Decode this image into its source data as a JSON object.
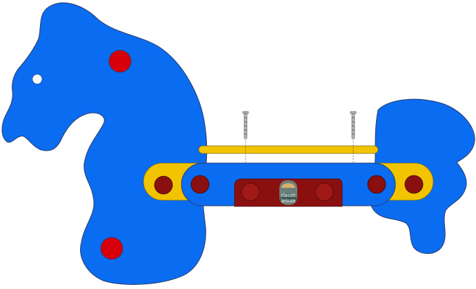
{
  "colors": {
    "body": "#0a6cf0",
    "outline": "#2a3a6a",
    "bolt_caps": "#d7000a",
    "bar": "#f2c400",
    "bar_outline": "#7a6a10",
    "bracket": "#8a1010",
    "bracket_holes": "#a11818",
    "screw": "#b8b8b8",
    "eye": "#ffffff",
    "logo_bg": "#6b7f7a",
    "logo_sun": "#d7b06a"
  },
  "logo": {
    "line1": "classic",
    "line2": "leisure"
  },
  "parts": {
    "eye_icon": "eye",
    "screw_icon": "screw"
  }
}
